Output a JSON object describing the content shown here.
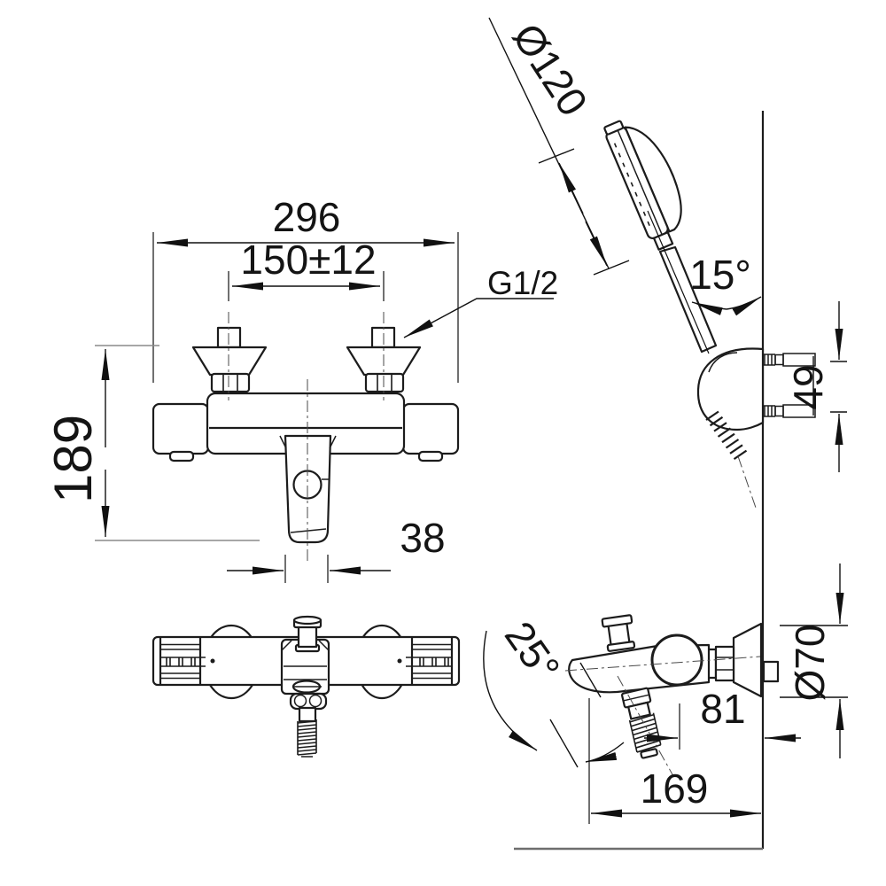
{
  "front_view": {
    "overall_width": "296",
    "connection_spacing": "150±12",
    "thread_label": "G1/2",
    "height": "189",
    "spout_width": "38"
  },
  "side_view": {
    "spout_angle": "25°",
    "escutcheon_diameter": "Ø70",
    "wall_to_handle_center": "81",
    "wall_to_spout_tip": "169"
  },
  "hand_shower": {
    "head_diameter": "Ø120",
    "holder_angle": "15°",
    "bracket_screw_spacing": "49"
  }
}
